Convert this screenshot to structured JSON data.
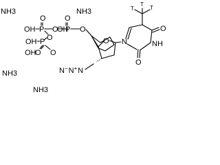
{
  "molecule": {
    "counterions": [
      "NH3",
      "NH3",
      "NH3",
      "NH3"
    ],
    "atoms": {
      "p1_oh_left": "OH",
      "p1": "P",
      "p1_oh_bottom": "OH",
      "p1_o_top": "O",
      "p1_o_bridge": "O",
      "p2_oh": "OH",
      "p2": "P",
      "p2_o_top": "O",
      "p2_o_bridge": "O",
      "p3_oh": "OH",
      "p3": "P",
      "p3_o_top": "O",
      "o5": "O",
      "ring_o": "O",
      "n1": "N",
      "n3": "N",
      "nh": "H",
      "c2_o": "O",
      "c4_o": "O",
      "azide": "N",
      "methyl_c": "C",
      "t1": "T",
      "t2": "T",
      "t3": "T"
    },
    "azide_label": "N",
    "azide_prefix": "N",
    "azide_sup": "+",
    "azide_sup2": "−"
  }
}
